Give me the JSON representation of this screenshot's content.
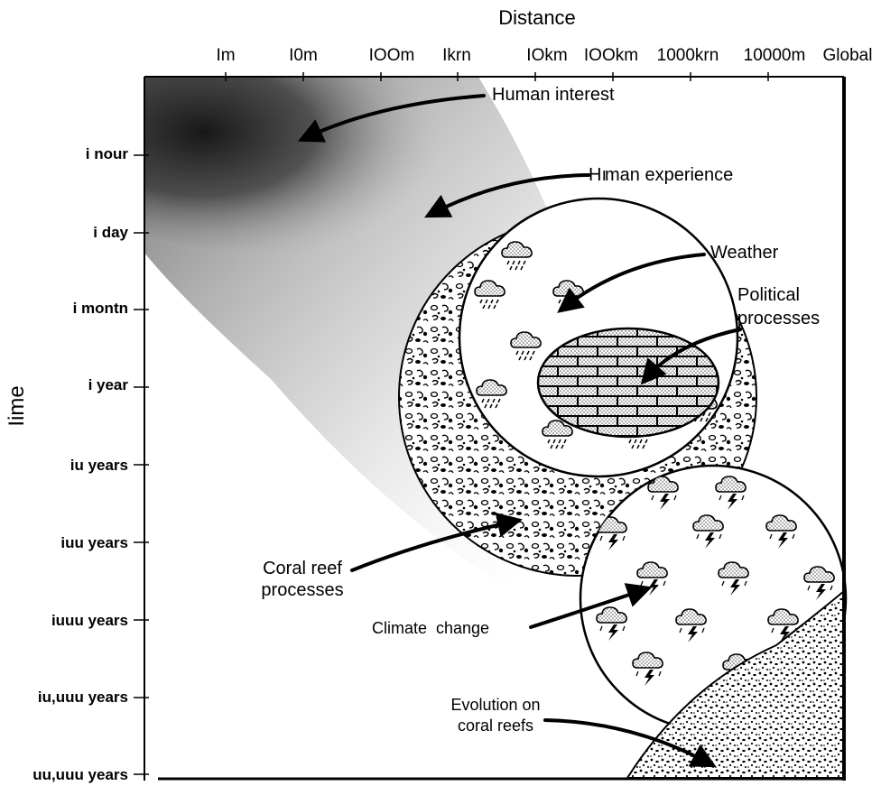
{
  "x_axis": {
    "title": "Distance",
    "ticks": [
      "Im",
      "I0m",
      "IOOm",
      "Ikrn",
      "IOkm",
      "IOOkm",
      "1000krn",
      "10000m",
      "Global"
    ]
  },
  "y_axis": {
    "title": "Iime",
    "ticks": [
      "i nour",
      "i day",
      "i montn",
      "i year",
      "iu years",
      "iuu years",
      "iuuu years",
      "iu,uuu years",
      "uu,uuu years"
    ]
  },
  "regions": {
    "human_interest": {
      "label": "Human interest"
    },
    "human_experience": {
      "label": "Hı",
      "label_rest": "man experience"
    },
    "weather": {
      "label": "Weather"
    },
    "political": {
      "label_line1": "Political",
      "label_line2": "processes"
    },
    "coral_reef": {
      "label_line1": "Coral reef",
      "label_line2": "processes"
    },
    "climate": {
      "label": "Climate  change"
    },
    "evolution": {
      "label_line1": "Evolution on",
      "label_line2": "coral reefs"
    }
  },
  "icons": {
    "rain_cloud": "rain-cloud-icon",
    "storm_cloud": "storm-cloud-icon"
  }
}
